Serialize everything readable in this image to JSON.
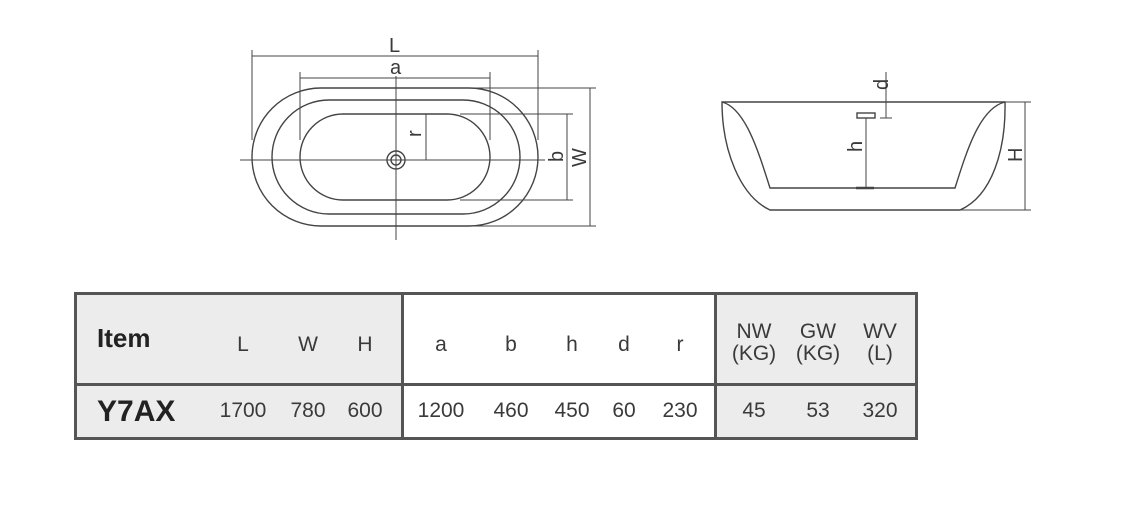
{
  "top_view": {
    "labels": {
      "L": "L",
      "a": "a",
      "b": "b",
      "W": "W",
      "r": "r"
    }
  },
  "side_view": {
    "labels": {
      "d": "d",
      "h": "h",
      "H": "H"
    }
  },
  "spec_table": {
    "header": {
      "item": "Item",
      "L": "L",
      "W": "W",
      "H": "H",
      "a": "a",
      "b": "b",
      "h": "h",
      "d": "d",
      "r": "r",
      "nw_line1": "NW",
      "nw_line2": "(KG)",
      "gw_line1": "GW",
      "gw_line2": "(KG)",
      "wv_line1": "WV",
      "wv_line2": "(L)"
    },
    "row": {
      "model": "Y7AX",
      "L": "1700",
      "W": "780",
      "H": "600",
      "a": "1200",
      "b": "460",
      "h": "450",
      "d": "60",
      "r": "230",
      "nw": "45",
      "gw": "53",
      "wv": "320"
    }
  }
}
